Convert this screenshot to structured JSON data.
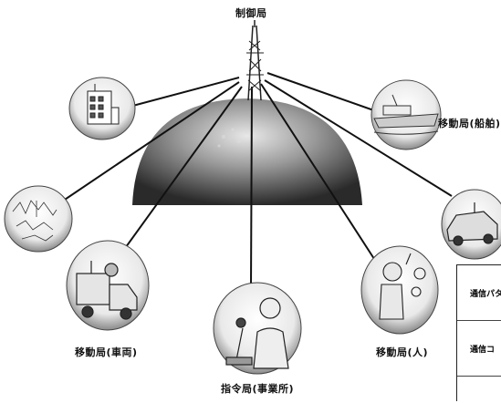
{
  "diagram": {
    "nodes": {
      "control_station": "制御局",
      "mobile_ship": "移動局(船舶)",
      "mobile_vehicle": "移動局(車両)",
      "mobile_person": "移動局(人)",
      "dispatch_office": "指令局(事業所)"
    },
    "table": {
      "rows": [
        "通信パタ",
        "通信コ",
        ""
      ]
    }
  }
}
